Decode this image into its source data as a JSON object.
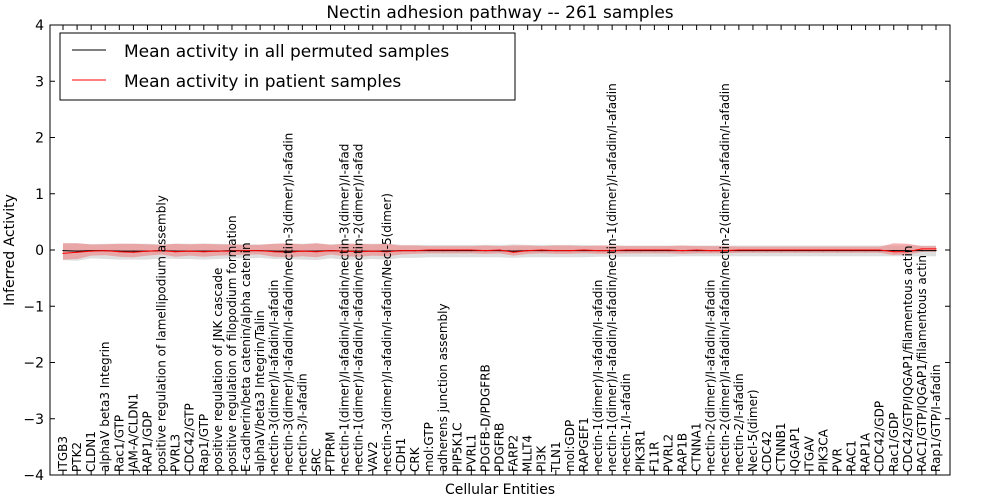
{
  "chart_data": {
    "type": "line",
    "title": "Nectin adhesion pathway -- 261 samples",
    "xlabel": "Cellular Entities",
    "ylabel": "Inferred Activity",
    "ylim": [
      -4,
      4
    ],
    "yticks": [
      -4,
      -3,
      -2,
      -1,
      0,
      1,
      2,
      3,
      4
    ],
    "grid": false,
    "legend_position": "top-left",
    "categories": [
      "ITGB3",
      "PTK2",
      "CLDN1",
      "alphaV beta3 Integrin",
      "Rac1/GTP",
      "JAM-A/CLDN1",
      "RAP1/GDP",
      "positive regulation of lamellipodium assembly",
      "PVRL3",
      "CDC42/GTP",
      "Rap1/GTP",
      "positive regulation of JNK cascade",
      "positive regulation of filopodium formation",
      "E-cadherin/beta catenin/alpha catenin",
      "alphaV/beta3 Integrin/Talin",
      "nectin-3(dimer)/I-afadin/I-afadin",
      "nectin-3(dimer)/I-afadin/I-afadin/nectin-3(dimer)/I-afadin",
      "nectin-3/I-afadin",
      "SRC",
      "PTPRM",
      "nectin-1(dimer)/I-afadin/I-afadin/nectin-3(dimer)/I-afad",
      "nectin-1(dimer)/I-afadin/I-afadin/nectin-2(dimer)/I-afad",
      "VAV2",
      "nectin-3(dimer)/I-afadin/I-afadin/Necl-5(dimer)",
      "CDH1",
      "CRK",
      "mol:GTP",
      "adherens junction assembly",
      "PIP5K1C",
      "PVRL1",
      "PDGFB-D/PDGFRB",
      "PDGFRB",
      "FARP2",
      "MLLT4",
      "PI3K",
      "TLN1",
      "mol:GDP",
      "RAPGEF1",
      "nectin-1(dimer)/I-afadin/I-afadin",
      "nectin-1(dimer)/I-afadin/I-afadin/nectin-1(dimer)/I-afadin/I-afadin",
      "nectin-1/I-afadin",
      "PIK3R1",
      "F11R",
      "PVRL2",
      "RAP1B",
      "CTNNA1",
      "nectin-2(dimer)/I-afadin/I-afadin",
      "nectin-2(dimer)/I-afadin/I-afadin/nectin-2(dimer)/I-afadin/I-afadin",
      "nectin-2/I-afadin",
      "Necl-5(dimer)",
      "CDC42",
      "CTNNB1",
      "IQGAP1",
      "ITGAV",
      "PIK3CA",
      "PVR",
      "RAC1",
      "RAP1A",
      "CDC42/GDP",
      "Rac1/GDP",
      "CDC42/GTP/IQGAP1/filamentous actin",
      "RAC1/GTP/IQGAP1/filamentous actin",
      "Rap1/GTP/I-afadin"
    ],
    "series": [
      {
        "name": "Mean activity in all permuted samples",
        "color": "#000000",
        "values": [
          -0.01,
          -0.02,
          -0.01,
          -0.01,
          -0.02,
          -0.02,
          -0.02,
          -0.01,
          -0.02,
          -0.02,
          -0.02,
          -0.02,
          -0.01,
          -0.01,
          -0.01,
          -0.02,
          -0.02,
          -0.02,
          -0.02,
          -0.01,
          -0.02,
          -0.02,
          -0.02,
          -0.02,
          -0.01,
          -0.01,
          -0.01,
          -0.01,
          -0.01,
          -0.01,
          -0.01,
          -0.01,
          -0.02,
          -0.01,
          -0.01,
          -0.01,
          -0.01,
          -0.01,
          -0.01,
          -0.01,
          -0.01,
          -0.01,
          -0.01,
          -0.01,
          -0.01,
          -0.01,
          -0.01,
          -0.01,
          -0.01,
          -0.01,
          -0.01,
          -0.01,
          -0.01,
          -0.01,
          -0.01,
          -0.01,
          -0.01,
          -0.01,
          -0.01,
          -0.01,
          -0.01,
          -0.01,
          -0.01
        ],
        "band_lower": [
          -0.18,
          -0.19,
          -0.15,
          -0.16,
          -0.17,
          -0.17,
          -0.17,
          -0.15,
          -0.16,
          -0.16,
          -0.17,
          -0.16,
          -0.15,
          -0.15,
          -0.14,
          -0.16,
          -0.16,
          -0.17,
          -0.18,
          -0.15,
          -0.17,
          -0.17,
          -0.16,
          -0.17,
          -0.14,
          -0.14,
          -0.13,
          -0.13,
          -0.13,
          -0.13,
          -0.13,
          -0.13,
          -0.14,
          -0.13,
          -0.13,
          -0.13,
          -0.13,
          -0.13,
          -0.12,
          -0.12,
          -0.12,
          -0.12,
          -0.12,
          -0.12,
          -0.11,
          -0.11,
          -0.11,
          -0.11,
          -0.11,
          -0.11,
          -0.11,
          -0.11,
          -0.11,
          -0.11,
          -0.11,
          -0.11,
          -0.11,
          -0.11,
          -0.11,
          -0.11,
          -0.11,
          -0.11,
          -0.11
        ],
        "band_upper": [
          0.12,
          0.12,
          0.1,
          0.11,
          0.11,
          0.11,
          0.11,
          0.1,
          0.11,
          0.11,
          0.11,
          0.11,
          0.1,
          0.1,
          0.1,
          0.11,
          0.11,
          0.11,
          0.12,
          0.1,
          0.11,
          0.11,
          0.11,
          0.11,
          0.09,
          0.09,
          0.09,
          0.09,
          0.09,
          0.09,
          0.09,
          0.09,
          0.1,
          0.09,
          0.09,
          0.09,
          0.09,
          0.09,
          0.08,
          0.08,
          0.08,
          0.08,
          0.08,
          0.08,
          0.08,
          0.08,
          0.08,
          0.08,
          0.08,
          0.08,
          0.08,
          0.08,
          0.08,
          0.08,
          0.08,
          0.08,
          0.08,
          0.08,
          0.08,
          0.08,
          0.08,
          0.08,
          0.08
        ]
      },
      {
        "name": "Mean activity in patient samples",
        "color": "#ff0000",
        "values": [
          -0.06,
          -0.04,
          -0.02,
          -0.01,
          -0.03,
          -0.04,
          -0.02,
          -0.01,
          -0.03,
          -0.02,
          -0.03,
          -0.02,
          -0.02,
          -0.01,
          -0.01,
          -0.03,
          -0.04,
          -0.02,
          -0.03,
          -0.01,
          -0.02,
          -0.03,
          -0.02,
          -0.03,
          -0.01,
          -0.01,
          0.0,
          0.0,
          0.0,
          0.0,
          -0.01,
          0.0,
          -0.04,
          -0.01,
          0.0,
          -0.01,
          -0.01,
          0.0,
          -0.01,
          -0.01,
          0.0,
          0.0,
          0.0,
          0.0,
          -0.01,
          0.0,
          -0.01,
          -0.01,
          0.0,
          0.0,
          0.0,
          0.0,
          0.0,
          0.0,
          0.0,
          0.0,
          0.0,
          0.0,
          0.0,
          -0.03,
          -0.03,
          0.02,
          0.02
        ],
        "band_lower": [
          -0.17,
          -0.16,
          -0.1,
          -0.09,
          -0.12,
          -0.13,
          -0.1,
          -0.08,
          -0.12,
          -0.1,
          -0.12,
          -0.1,
          -0.09,
          -0.08,
          -0.08,
          -0.12,
          -0.13,
          -0.11,
          -0.13,
          -0.08,
          -0.11,
          -0.12,
          -0.1,
          -0.11,
          -0.08,
          -0.07,
          -0.06,
          -0.06,
          -0.06,
          -0.06,
          -0.07,
          -0.06,
          -0.1,
          -0.07,
          -0.06,
          -0.07,
          -0.07,
          -0.06,
          -0.07,
          -0.07,
          -0.06,
          -0.06,
          -0.06,
          -0.06,
          -0.07,
          -0.06,
          -0.06,
          -0.06,
          -0.05,
          -0.05,
          -0.05,
          -0.05,
          -0.05,
          -0.05,
          -0.05,
          -0.05,
          -0.05,
          -0.05,
          -0.05,
          -0.09,
          -0.08,
          -0.03,
          -0.03
        ],
        "band_upper": [
          0.12,
          0.12,
          0.1,
          0.1,
          0.11,
          0.11,
          0.1,
          0.09,
          0.11,
          0.1,
          0.11,
          0.1,
          0.1,
          0.09,
          0.09,
          0.11,
          0.12,
          0.1,
          0.12,
          0.09,
          0.11,
          0.11,
          0.1,
          0.11,
          0.08,
          0.08,
          0.07,
          0.07,
          0.07,
          0.07,
          0.08,
          0.07,
          0.08,
          0.08,
          0.07,
          0.08,
          0.08,
          0.07,
          0.08,
          0.08,
          0.07,
          0.07,
          0.07,
          0.07,
          0.08,
          0.07,
          0.07,
          0.07,
          0.06,
          0.06,
          0.06,
          0.06,
          0.06,
          0.06,
          0.06,
          0.06,
          0.06,
          0.06,
          0.06,
          0.12,
          0.11,
          0.07,
          0.07
        ]
      }
    ]
  }
}
